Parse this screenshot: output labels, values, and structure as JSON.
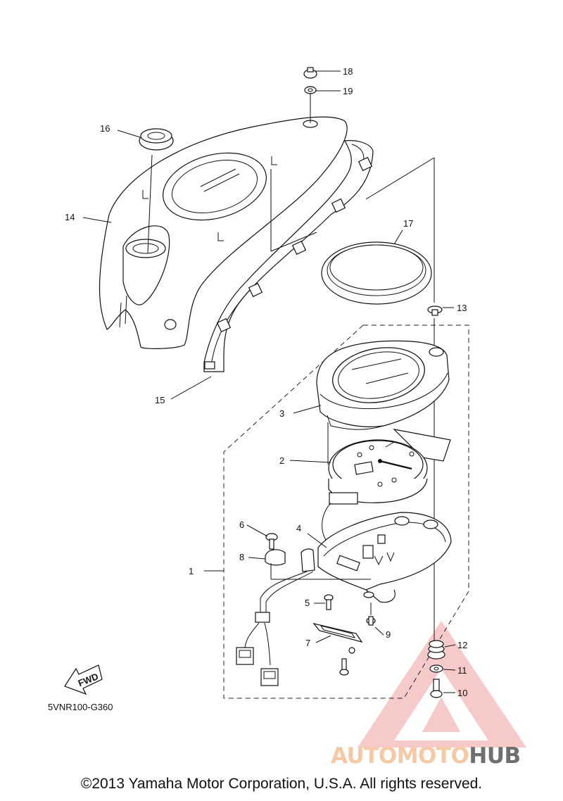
{
  "callouts": [
    "1",
    "2",
    "3",
    "4",
    "5",
    "6",
    "7",
    "8",
    "9",
    "10",
    "11",
    "12",
    "13",
    "14",
    "15",
    "16",
    "17",
    "18",
    "19"
  ],
  "fwd_label": "FWD",
  "diagram_code": "5VNR100-G360",
  "copyright": "©2013 Yamaha Motor Corporation, U.S.A. All rights reserved.",
  "watermark": {
    "part_a": "AUTOMOTO",
    "part_b": "HUB",
    "color_a": "#f6c9a6",
    "color_b": "#6f6f6f",
    "logo_color": "#f2a0a0"
  }
}
